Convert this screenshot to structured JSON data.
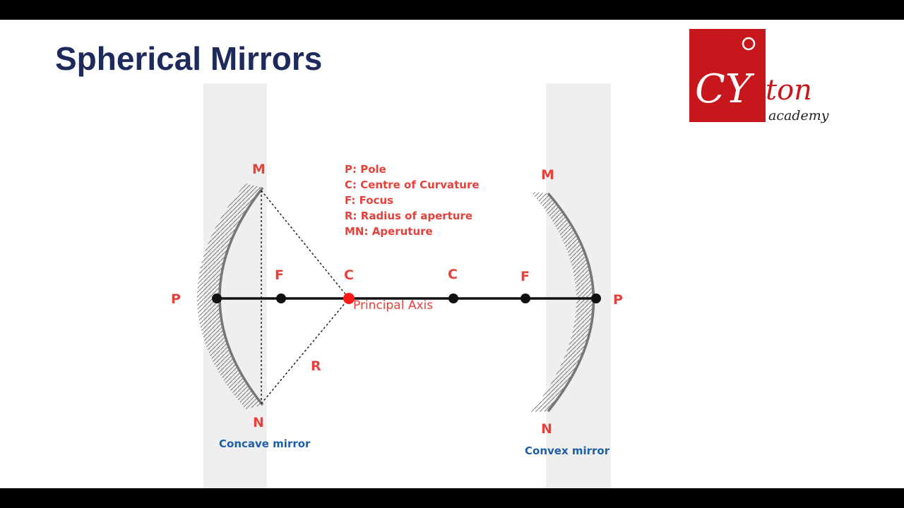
{
  "slide": {
    "title": "Spherical Mirrors"
  },
  "logo": {
    "brand_part1": "CY",
    "brand_part2": "ton",
    "subtitle": "academy",
    "color": "#c8161d"
  },
  "colors": {
    "title": "#1f2a5c",
    "label": "#e8403a",
    "mirror_name": "#1f5fa8",
    "axis": "#111111",
    "centre_point": "#ff1a1a"
  },
  "legend": [
    "P: Pole",
    "C: Centre of Curvature",
    "F: Focus",
    "R: Radius of aperture",
    "MN: Aperuture"
  ],
  "concave": {
    "name": "Concave mirror",
    "labels": {
      "M": "M",
      "N": "N",
      "P": "P",
      "F": "F",
      "C": "C",
      "R": "R"
    }
  },
  "convex": {
    "name": "Convex mirror",
    "labels": {
      "M": "M",
      "N": "N",
      "P": "P",
      "F": "F",
      "C": "C"
    }
  },
  "axis": {
    "label": "Principal Axis"
  }
}
